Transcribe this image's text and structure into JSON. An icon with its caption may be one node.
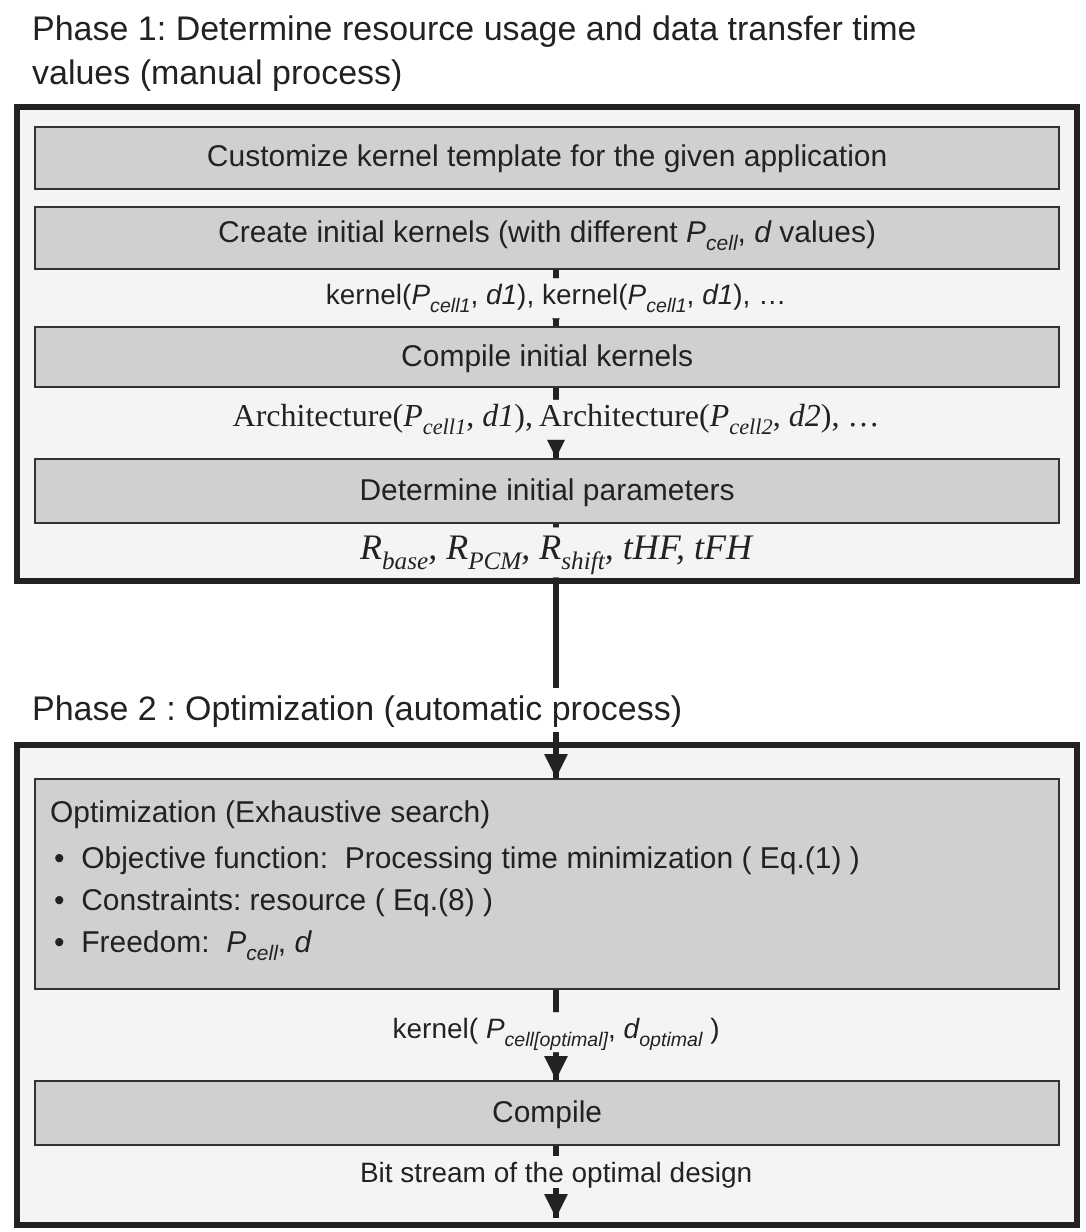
{
  "diagram": {
    "nodes": [
      {
        "text": [
          "Phase 1: Determine resource usage and data transfer time values (manual process)"
        ]
      },
      {
        "text": [
          "Customize kernel template for the given application"
        ],
        "in": 0
      },
      {
        "text": [
          "Create initial kernels (with different *P*$_{cell}$, *d* values)"
        ],
        "in": 0
      },
      {
        "text": [
          "Compile initial kernels"
        ],
        "in": 0
      },
      {
        "text": [
          "Determine initial parameters"
        ],
        "in": 0
      },
      {
        "text": [
          "Phase 2 : Optimization (automatic process)"
        ]
      },
      {
        "text": [
          "Optimization (Exhaustive search)",
          "•  Objective function:  Processing time minimization ( Eq.(1) )",
          "•  Constraints: resource ( Eq.(8) )",
          "•  Freedom:  *P*$_{cell}$, *d*"
        ],
        "in": 5
      },
      {
        "text": [
          "Compile"
        ],
        "in": 5
      }
    ],
    "edges": [
      {
        "from": 2,
        "to": 3,
        "arrow": "to",
        "label": "kernel(*P*$_{cell1}$, *d1*),  kernel(*P*$_{cell1}$, *d1*), …"
      },
      {
        "from": 3,
        "to": 4,
        "arrow": "to",
        "label": "Architecture(*P*$_{cell1}$, *d1*), Architecture(*P*$_{cell2}$, *d2*), …"
      },
      {
        "from": 4,
        "to": 6,
        "arrow": "to",
        "label": "R$_{base}$, R$_{PCM}$, R$_{shift}$, tHF, tFH"
      },
      {
        "from": 6,
        "to": 7,
        "arrow": "to",
        "label": "kernel( *P*$_{cell[optimal]}$, *d*$_{optimal}$ )"
      },
      {
        "from": 7,
        "to": null,
        "arrow": "to",
        "label": "Bit stream of the optimal design"
      }
    ]
  }
}
